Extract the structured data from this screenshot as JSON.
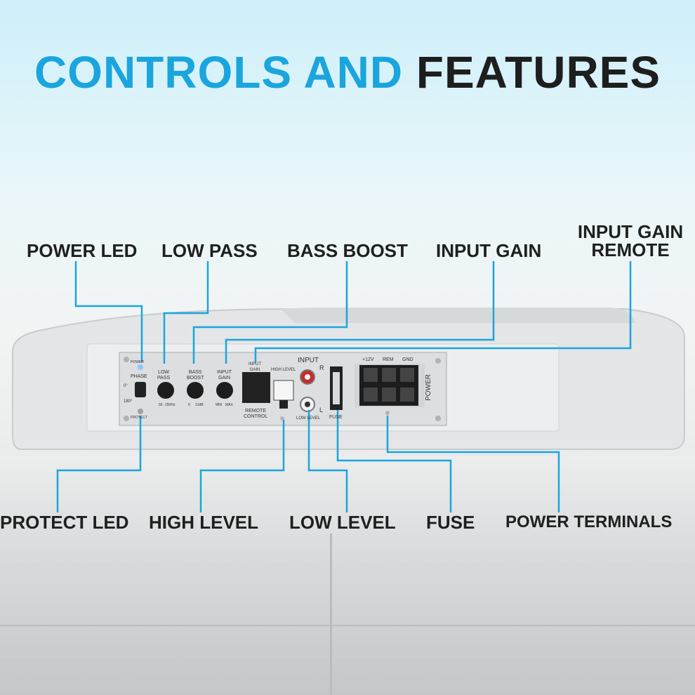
{
  "title": {
    "part1": "CONTROLS AND",
    "part2": "FEATURES",
    "color_accent": "#1aa5dd",
    "color_dark": "#1e1e1e"
  },
  "labels": {
    "power_led": "POWER LED",
    "low_pass": "LOW PASS",
    "bass_boost": "BASS BOOST",
    "input_gain": "INPUT GAIN",
    "input_gain_remote_1": "INPUT GAIN",
    "input_gain_remote_2": "REMOTE",
    "protect_led": "PROTECT LED",
    "high_level": "HIGH LEVEL",
    "low_level": "LOW LEVEL",
    "fuse": "FUSE",
    "power_terminals": "POWER TERMINALS"
  },
  "panel": {
    "power": "POWER",
    "phase": "PHASE",
    "deg0": "0°",
    "deg180": "180°",
    "protect": "PROTECT",
    "low_pass": "LOW\nPASS",
    "low_pass_min": "50",
    "low_pass_max": "150Hz",
    "bass_boost": "BASS\nBOOST",
    "bass_min": "0",
    "bass_max": "12dB",
    "input_gain": "INPUT\nGAIN",
    "gain_min": "MIN",
    "gain_max": "MAX",
    "input_gain_port": "INPUT\nGAIN",
    "remote_control": "REMOTE\nCONTROL",
    "high_level": "HIGH LEVEL",
    "input": "INPUT",
    "r": "R",
    "l": "L",
    "low_level": "LOW LEVEL",
    "fuse": "FUSE",
    "plus12v": "+12V",
    "rem": "REM",
    "gnd": "GND",
    "power_side": "POWER"
  },
  "line_color": "#1aa5dd"
}
